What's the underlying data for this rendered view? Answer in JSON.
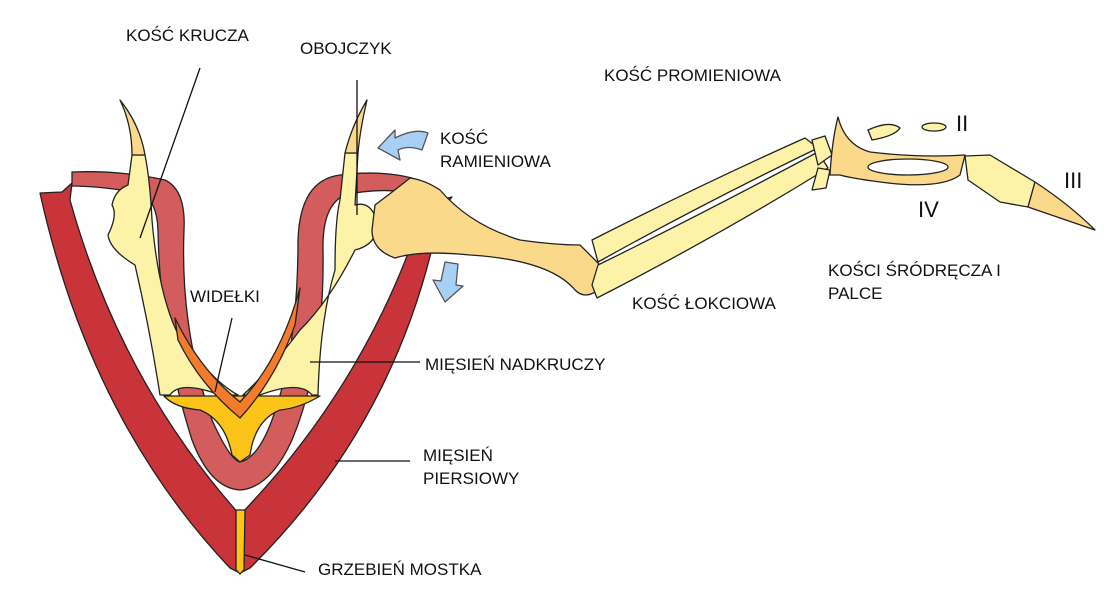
{
  "labels": {
    "coracoid": "KOŚĆ KRUCZA",
    "clavicle": "OBOJCZYK",
    "radius": "KOŚĆ PROMIENIOWA",
    "humerus_line1": "KOŚĆ",
    "humerus_line2": "RAMIENIOWA",
    "digit_2": "II",
    "digit_3": "III",
    "digit_4": "IV",
    "metacarpals_line1": "KOŚCI ŚRÓDRĘCZA I",
    "metacarpals_line2": "PALCE",
    "furcula": "WIDEŁKI",
    "ulna": "KOŚĆ ŁOKCIOWA",
    "supracoracoideus": "MIĘSIEŃ NADKRUCZY",
    "pectoralis_line1": "MIĘSIEŃ",
    "pectoralis_line2": "PIERSIOWY",
    "keel": "GRZEBIEŃ MOSTKA"
  },
  "colors": {
    "pectoralis": "#c9343b",
    "supracoracoideus": "#d35d5d",
    "bone_light": "#fcf3a8",
    "bone_dark": "#fbd98a",
    "furcula": "#f47b2b",
    "sternum": "#fcc419",
    "arrow": "#a8d0f5"
  }
}
